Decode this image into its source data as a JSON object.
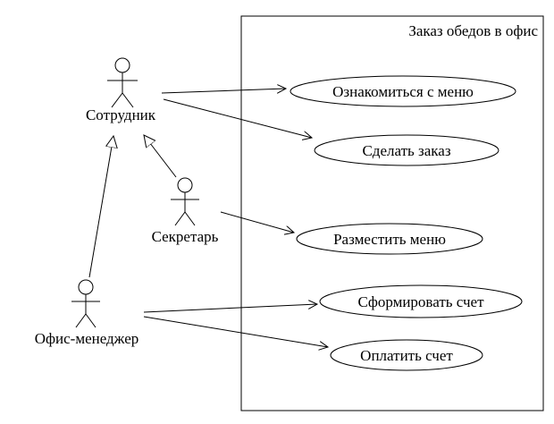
{
  "diagram": {
    "kind": "uml-use-case-diagram",
    "system_title": "Заказ обедов в офис",
    "actors": [
      {
        "id": "employee",
        "label": "Сотрудник"
      },
      {
        "id": "secretary",
        "label": "Секретарь"
      },
      {
        "id": "office-manager",
        "label": "Офис-менеджер"
      }
    ],
    "use_cases": [
      {
        "id": "view-menu",
        "label": "Ознакомиться с меню"
      },
      {
        "id": "make-order",
        "label": "Сделать заказ"
      },
      {
        "id": "post-menu",
        "label": "Разместить меню"
      },
      {
        "id": "create-invoice",
        "label": "Сформировать счет"
      },
      {
        "id": "pay-invoice",
        "label": "Оплатить счет"
      }
    ],
    "relations": [
      {
        "from": "Сотрудник",
        "to": "Ознакомиться с меню",
        "type": "association"
      },
      {
        "from": "Сотрудник",
        "to": "Сделать заказ",
        "type": "association"
      },
      {
        "from": "Секретарь",
        "to": "Разместить меню",
        "type": "association"
      },
      {
        "from": "Офис-менеджер",
        "to": "Сформировать счет",
        "type": "association"
      },
      {
        "from": "Офис-менеджер",
        "to": "Оплатить счет",
        "type": "association"
      },
      {
        "from": "Секретарь",
        "to": "Сотрудник",
        "type": "generalization"
      },
      {
        "from": "Офис-менеджер",
        "to": "Сотрудник",
        "type": "generalization"
      }
    ]
  }
}
